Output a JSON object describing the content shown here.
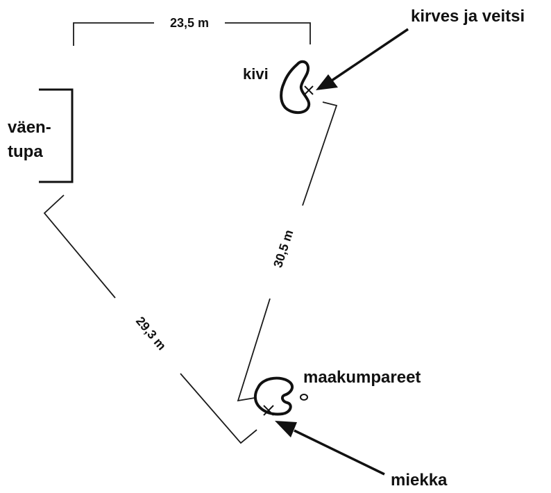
{
  "labels": {
    "kivi": "kivi",
    "vaentupa_line1": "väen-",
    "vaentupa_line2": "tupa",
    "kirves_ja_veitsi": "kirves ja veitsi",
    "maakumpareet": "maakumpareet",
    "miekka": "miekka"
  },
  "dimensions": {
    "top": "23,5 m",
    "right": "30,5 m",
    "left": "29,3 m"
  },
  "colors": {
    "ink": "#111111",
    "background": "#ffffff"
  }
}
